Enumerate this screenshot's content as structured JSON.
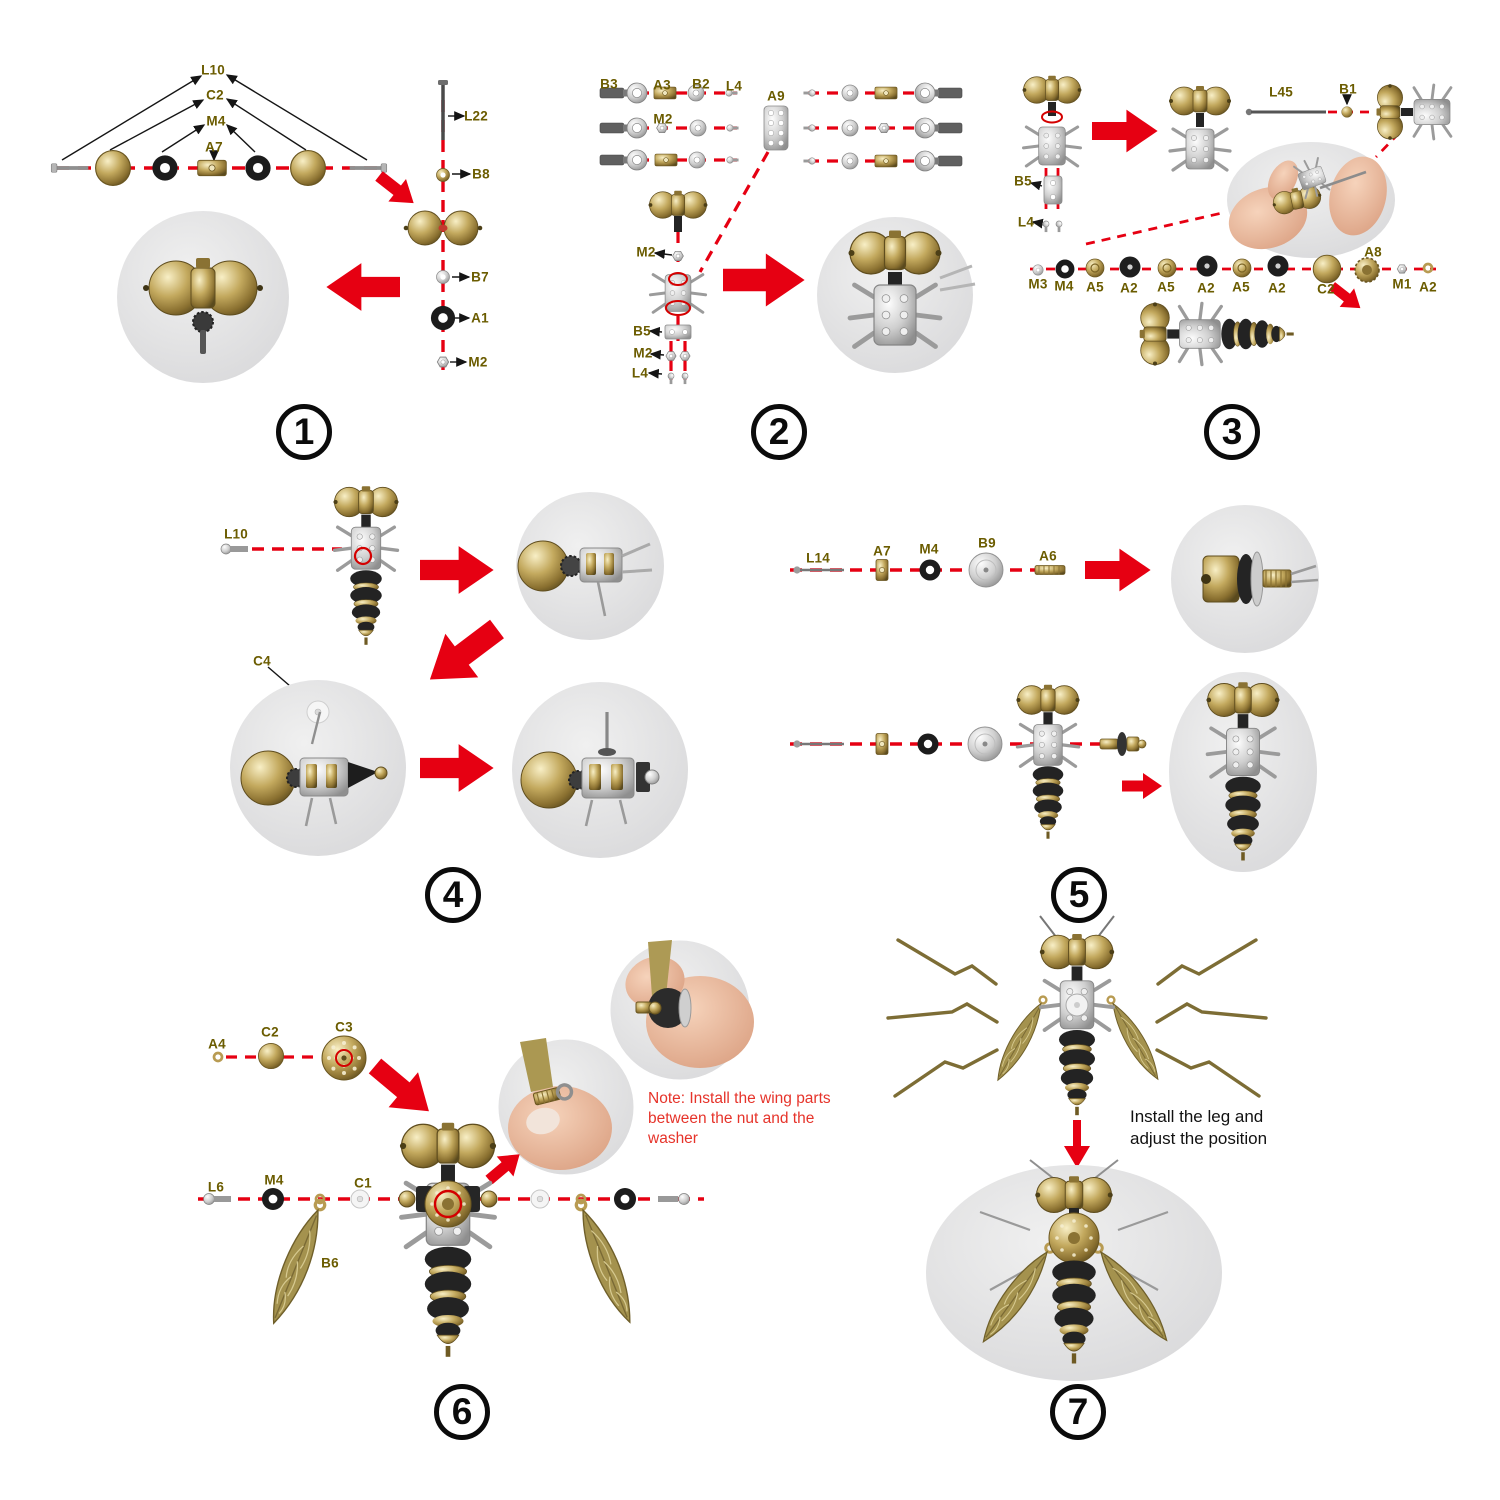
{
  "colors": {
    "accent_red": "#e60012",
    "label_olive": "#6b5c00",
    "note_red": "#e6332a",
    "photo_gray": "#dedede",
    "brass": "#b89b52"
  },
  "steps": [
    {
      "number": "1",
      "labels": {
        "L10": "L10",
        "C2": "C2",
        "M4": "M4",
        "A7": "A7",
        "L22": "L22",
        "B8": "B8",
        "B7": "B7",
        "A1": "A1",
        "M2": "M2"
      }
    },
    {
      "number": "2",
      "labels": {
        "B3": "B3",
        "A3": "A3",
        "B2": "B2",
        "L4": "L4",
        "M2_row": "M2",
        "A9": "A9",
        "M2_neck": "M2",
        "B5": "B5",
        "M2_pair": "M2",
        "L4_pair": "L4"
      }
    },
    {
      "number": "3",
      "labels": {
        "B5": "B5",
        "L4": "L4",
        "L45": "L45",
        "B1": "B1",
        "M3": "M3",
        "M4": "M4",
        "A5a": "A5",
        "A2a": "A2",
        "A5b": "A5",
        "A2b": "A2",
        "A5c": "A5",
        "A2c": "A2",
        "C2": "C2",
        "A8": "A8",
        "M1": "M1",
        "A2d": "A2"
      }
    },
    {
      "number": "4",
      "labels": {
        "L10": "L10",
        "C4": "C4"
      }
    },
    {
      "number": "5",
      "labels": {
        "L14": "L14",
        "A7": "A7",
        "M4": "M4",
        "B9": "B9",
        "A6": "A6"
      }
    },
    {
      "number": "6",
      "labels": {
        "A4": "A4",
        "C2": "C2",
        "C3": "C3",
        "L6": "L6",
        "M4": "M4",
        "C1": "C1",
        "B6": "B6"
      },
      "note": "Note: Install the wing parts between the nut and the washer"
    },
    {
      "number": "7",
      "caption": "Install the leg and adjust the position"
    }
  ]
}
